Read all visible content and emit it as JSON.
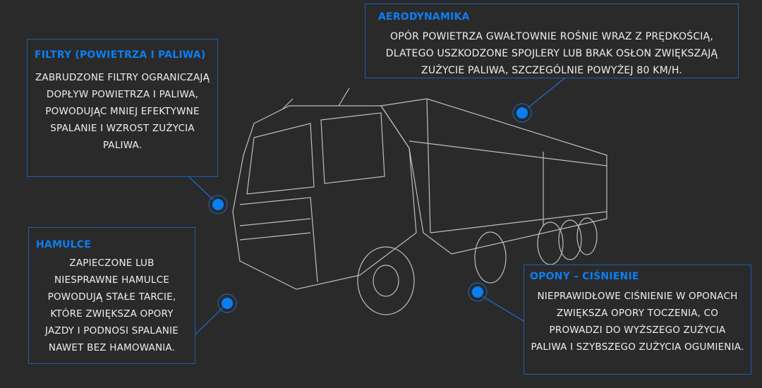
{
  "colors": {
    "accent": "#0a7ff5",
    "background": "#2a2a2a",
    "border": "#1d5fae"
  },
  "callouts": {
    "aero": {
      "title": "AERODYNAMIKA",
      "text": "OPÓR POWIETRZA GWAŁTOWNIE ROŚNIE WRAZ Z PRĘDKOŚCIĄ, DLATEGO USZKODZONE SPOJLERY LUB BRAK OSŁON ZWIĘKSZAJĄ ZUŻYCIE PALIWA, SZCZEGÓLNIE POWYŻEJ 80 KM/H."
    },
    "filtry": {
      "title": "FILTRY (POWIETRZA I PALIWA)",
      "text": "ZABRUDZONE FILTRY OGRANICZAJĄ DOPŁYW POWIETRZA I PALIWA, POWODUJĄC MNIEJ EFEKTYWNE SPALANIE I WZROST ZUŻYCIA PALIWA."
    },
    "hamulce": {
      "title": "HAMULCE",
      "text": "ZAPIECZONE LUB NIESPRAWNE HAMULCE POWODUJĄ STAŁE TARCIE, KTÓRE ZWIĘKSZA OPORY JAZDY I PODNOSI SPALANIE NAWET BEZ HAMOWANIA."
    },
    "opony": {
      "title": "OPONY – CIŚNIENIE",
      "text": "NIEPRAWIDŁOWE CIŚNIENIE W OPONACH ZWIĘKSZA OPORY TOCZENIA, CO PROWADZI DO WYŻSZEGO ZUŻYCIA PALIWA I SZYBSZEGO ZUŻYCIA OGUMIENIA."
    }
  }
}
